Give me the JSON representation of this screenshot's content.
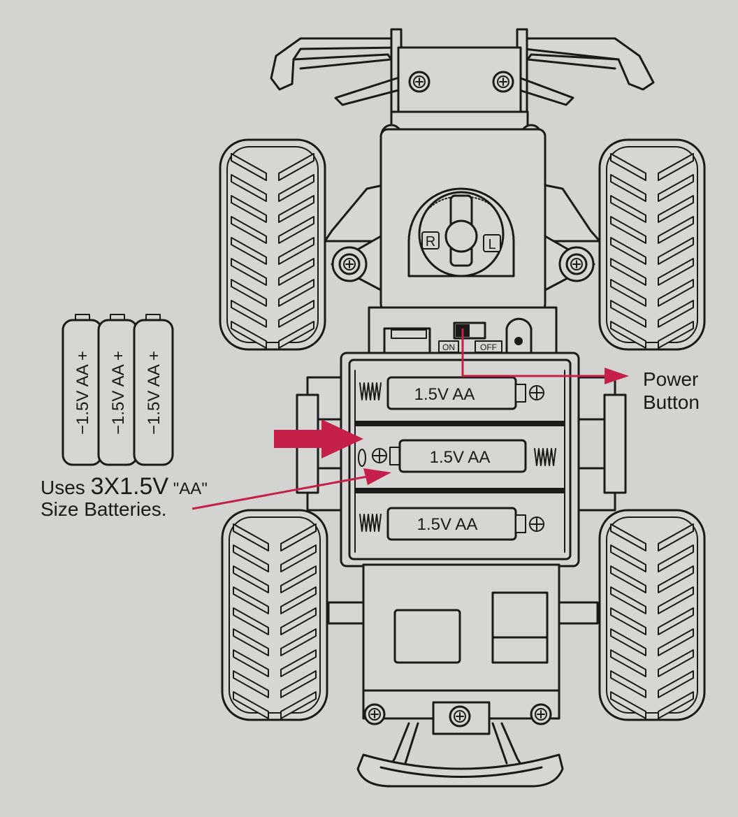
{
  "colors": {
    "background": "#d3d3d1",
    "line": "#1a1a1a",
    "accent": "#c4204a"
  },
  "dial": {
    "right_label": "R",
    "left_label": "L"
  },
  "switch": {
    "on_label": "ON",
    "off_label": "OFF"
  },
  "callout": {
    "power_line1": "Power",
    "power_line2": "Button",
    "uses_prefix": "Uses ",
    "uses_big": "3X1.5V",
    "uses_suffix": " \"AA\"",
    "line2": "Size Batteries."
  },
  "loose_batteries": [
    {
      "label": "−1.5V AA +"
    },
    {
      "label": "−1.5V AA +"
    },
    {
      "label": "−1.5V AA +"
    }
  ],
  "compartment_batteries": [
    {
      "label": "1.5V  AA"
    },
    {
      "label": "1.5V  AA"
    },
    {
      "label": "1.5V  AA"
    }
  ],
  "icons": [
    "screw-icon",
    "arrow-icon",
    "spring-icon",
    "battery-icon"
  ]
}
